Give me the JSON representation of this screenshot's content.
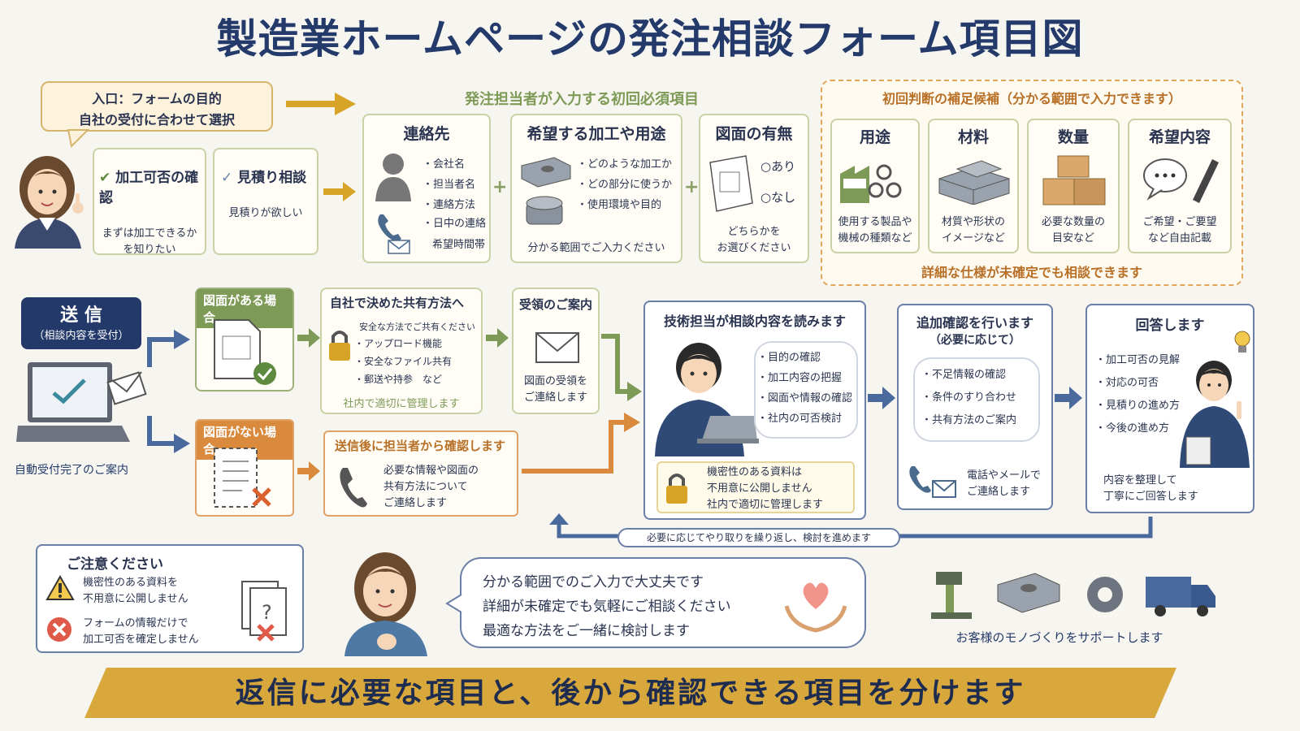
{
  "title": "製造業ホームページの発注相談フォーム項目図",
  "entry": {
    "line1": "入口：フォームの目的",
    "line2": "自社の受付に合わせて選択"
  },
  "purpose_cards": [
    {
      "title": "加工可否の確認",
      "desc1": "まずは加工できるか",
      "desc2": "を知りたい"
    },
    {
      "title": "見積り相談",
      "desc1": "見積りが欲しい",
      "desc2": ""
    }
  ],
  "required": {
    "heading": "発注担当者が入力する初回必須項目",
    "contact": {
      "title": "連絡先",
      "items": [
        "会社名",
        "担当者名",
        "連絡方法",
        "日中の連絡",
        "希望時間帯"
      ]
    },
    "processing": {
      "title": "希望する加工や用途",
      "items": [
        "どのような加工か",
        "どの部分に使うか",
        "使用環境や目的"
      ],
      "note": "分かる範囲でご入力ください"
    },
    "drawing": {
      "title": "図面の有無",
      "opt1": "○あり",
      "opt2": "○なし",
      "note1": "どちらかを",
      "note2": "お選びください"
    }
  },
  "supplement": {
    "heading": "初回判断の補足候補（分かる範囲で入力できます）",
    "items": [
      {
        "title": "用途",
        "d1": "使用する製品や",
        "d2": "機械の種類など"
      },
      {
        "title": "材料",
        "d1": "材質や形状の",
        "d2": "イメージなど"
      },
      {
        "title": "数量",
        "d1": "必要な数量の",
        "d2": "目安など"
      },
      {
        "title": "希望内容",
        "d1": "ご希望・ご要望",
        "d2": "など自由記載"
      }
    ],
    "footer": "詳細な仕様が未確定でも相談できます"
  },
  "send": {
    "title": "送 信",
    "sub": "（相談内容を受付）",
    "auto": "自動受付完了のご案内"
  },
  "with_drawing": {
    "label": "図面がある場合"
  },
  "no_drawing": {
    "label": "図面がない場合"
  },
  "share": {
    "title": "自社で決めた共有方法へ",
    "intro": "安全な方法でご共有ください",
    "items": [
      "アップロード機能",
      "安全なファイル共有",
      "郵送や持参　など"
    ],
    "note": "社内で適切に管理します"
  },
  "receipt": {
    "title": "受領のご案内",
    "d1": "図面の受領を",
    "d2": "ご連絡します"
  },
  "after_send": {
    "title": "送信後に担当者から確認します",
    "d1": "必要な情報や図面の",
    "d2": "共有方法について",
    "d3": "ご連絡します"
  },
  "tech": {
    "title": "技術担当が相談内容を読みます",
    "items": [
      "目的の確認",
      "加工内容の把握",
      "図面や情報の確認",
      "社内の可否検討"
    ],
    "n1": "機密性のある資料は",
    "n2": "不用意に公開しません",
    "n3": "社内で適切に管理します"
  },
  "confirm": {
    "title": "追加確認を行います",
    "sub": "（必要に応じて）",
    "items": [
      "不足情報の確認",
      "条件のすり合わせ",
      "共有方法のご案内"
    ],
    "n1": "電話やメールで",
    "n2": "ご連絡します"
  },
  "answer": {
    "title": "回答します",
    "items": [
      "加工可否の見解",
      "対応の可否",
      "見積りの進め方",
      "今後の進め方"
    ],
    "n1": "内容を整理して",
    "n2": "丁寧にご回答します"
  },
  "loop": "必要に応じてやり取りを繰り返し、検討を進めます",
  "caution": {
    "title": "ご注意ください",
    "a1": "機密性のある資料を",
    "a2": "不用意に公開しません",
    "b1": "フォームの情報だけで",
    "b2": "加工可否を確定しません"
  },
  "speech": [
    "分かる範囲でのご入力で大丈夫です",
    "詳細が未確定でも気軽にご相談ください",
    "最適な方法をご一緒に検討します"
  ],
  "support": "お客様のモノづくりをサポートします",
  "banner": "返信に必要な項目と、後から確認できる項目を分けます"
}
